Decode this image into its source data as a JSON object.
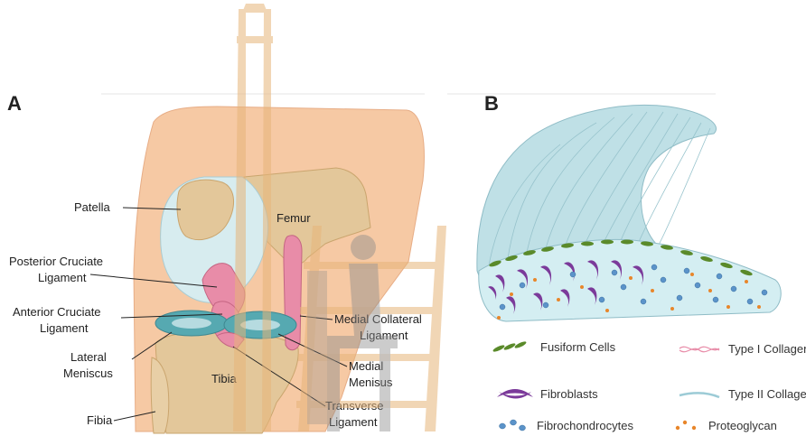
{
  "panels": {
    "a": {
      "label": "A",
      "labels": {
        "patella": "Patella",
        "femur": "Femur",
        "posterior_cruciate": [
          "Posterior Cruciate",
          "Ligament"
        ],
        "anterior_cruciate": [
          "Anterior Cruciate",
          "Ligament"
        ],
        "lateral_meniscus": [
          "Lateral",
          "Meniscus"
        ],
        "tibia": "Tibia",
        "fibia": "Fibia",
        "medial_collateral": [
          "Medial Collateral",
          "Ligament"
        ],
        "medial_menisus": [
          "Medial",
          "Menisus"
        ],
        "transverse": [
          "Transverse",
          "Ligament"
        ]
      }
    },
    "b": {
      "label": "B",
      "legend": {
        "fusiform": "Fusiform Cells",
        "fibroblasts": "Fibroblasts",
        "fibrochondrocytes": "Fibrochondrocytes",
        "type1": "Type I Collagen",
        "type2": "Type II Collagen",
        "proteoglycan": "Proteoglycan"
      }
    }
  },
  "colors": {
    "skin": "#f6c9a4",
    "bone": "#e3c79a",
    "cartilage": "#d7ecef",
    "ligament": "#e88ca8",
    "meniscus": "#56a9b1",
    "meniscus_b": "#c6e6ea",
    "fibroblast": "#7b3a9a",
    "fusiform": "#5a8a2a",
    "proteoglycan": "#e8862a",
    "watermark": "#e7b57a"
  },
  "icons": {
    "watermark": "university-seal-watermark-icon",
    "person": "seated-person-silhouette-icon"
  }
}
